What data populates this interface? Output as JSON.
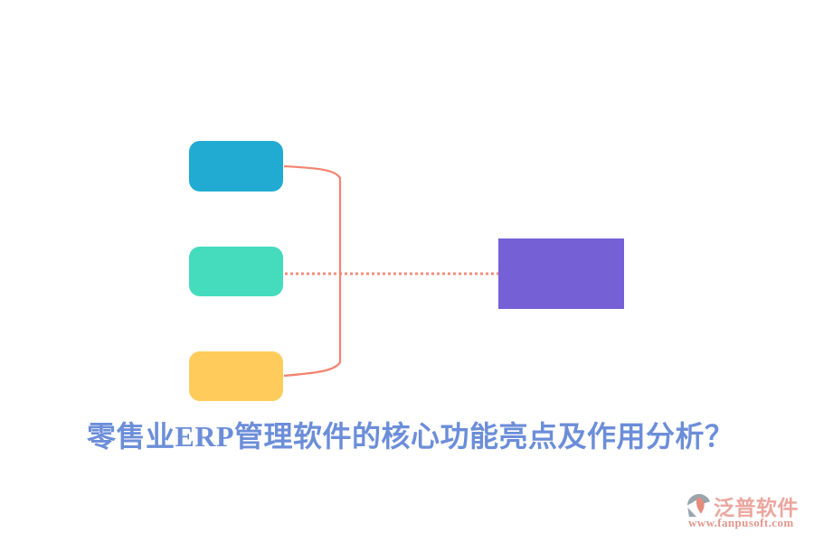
{
  "title": {
    "text": "零售业ERP管理软件的核心功能亮点及作用分析？",
    "color": "#6c8ed9"
  },
  "diagram": {
    "connector_color": "#f2836f",
    "nodes": {
      "top": {
        "color": "#21abd3"
      },
      "middle": {
        "color": "#45dcbe"
      },
      "bottom": {
        "color": "#ffcc5c"
      },
      "result": {
        "color": "#7560d6"
      }
    }
  },
  "watermark": {
    "brand": "泛普软件",
    "url": "www.fanpusoft.com",
    "brand_color": "#eba69e",
    "url_color": "#e2968c",
    "icon_gray": "#9aa5ae",
    "icon_accent": "#e58c7c"
  }
}
